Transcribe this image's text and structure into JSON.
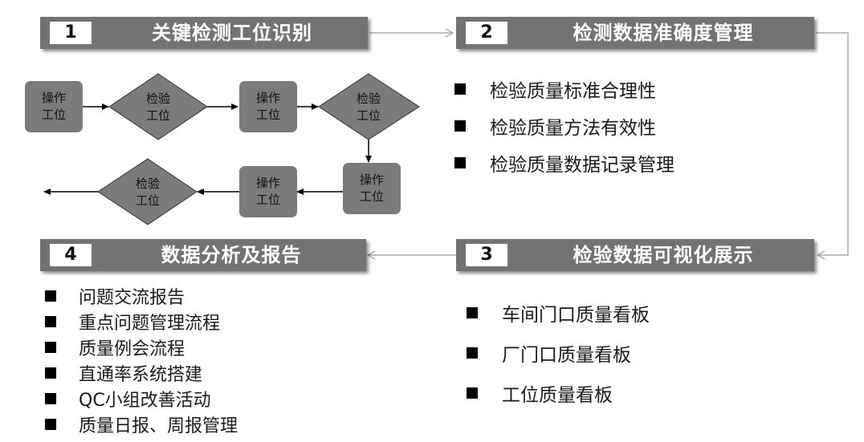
{
  "sections": [
    {
      "number": "1",
      "title": "关键检测工位识别"
    },
    {
      "number": "2",
      "title": "检测数据准确度管理"
    },
    {
      "number": "3",
      "title": "检验数据可视化展示"
    },
    {
      "number": "4",
      "title": "数据分析及报告"
    }
  ],
  "flow": {
    "op_line1": "操作",
    "op_line2": "工位",
    "insp_line1": "检验",
    "insp_line2": "工位"
  },
  "section2_items": [
    "检验质量标准合理性",
    "检验质量方法有效性",
    "检验质量数据记录管理"
  ],
  "section3_items": [
    "车间门口质量看板",
    "厂门口质量看板",
    "工位质量看板"
  ],
  "section4_items": [
    "问题交流报告",
    "重点问题管理流程",
    "质量例会流程",
    "直通率系统搭建",
    "QC小组改善活动",
    "质量日报、周报管理"
  ],
  "colors": {
    "header_bg": "#737373",
    "node_fill": "#7b7b7b",
    "connector": "#9a9a9a",
    "bullet": "#000000"
  }
}
